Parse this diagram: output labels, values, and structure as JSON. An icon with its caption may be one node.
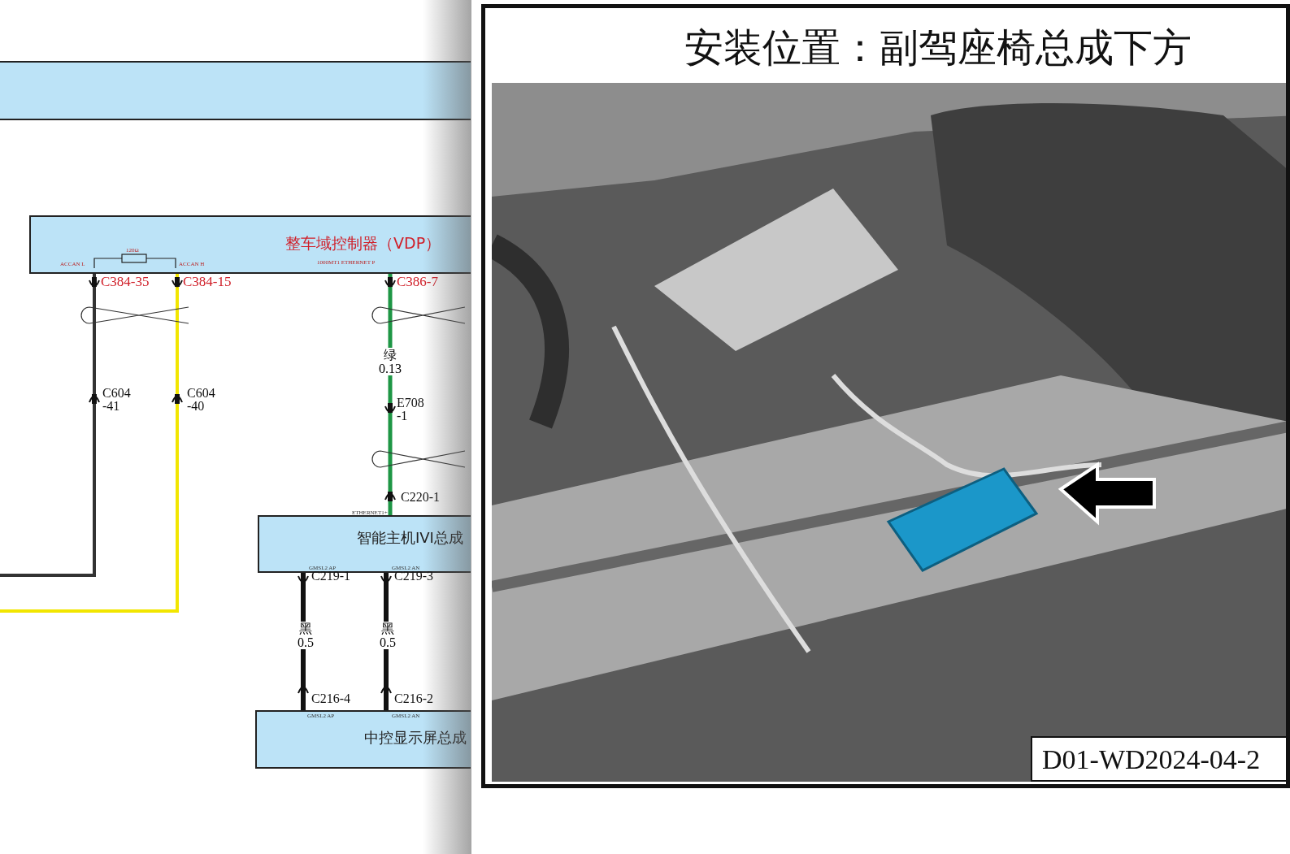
{
  "diagram": {
    "nodes": [
      {
        "text": [],
        "shape": "bar"
      },
      {
        "text": [
          "整车域控制器（VDP）"
        ]
      },
      {
        "text": [
          "智能主机IVI总成"
        ]
      },
      {
        "text": [
          "中控显示屏总成"
        ]
      },
      {
        "text": [
          "安装位置：副驾座椅总成下方"
        ]
      },
      {
        "text": [],
        "shape": "picture",
        "in": 4
      },
      {
        "text": [
          "D01-WD2024-04-2"
        ],
        "in": 5
      }
    ],
    "edges": [
      {
        "from": 1,
        "to": null,
        "arrow": "none",
        "color": "#333333"
      },
      {
        "from": 1,
        "to": null,
        "arrow": "none",
        "color": "#f2e600"
      },
      {
        "from": 1,
        "to": 2,
        "arrow": "none",
        "label": "绿 0.13",
        "color": "#1e9645"
      },
      {
        "from": 2,
        "to": 3,
        "arrow": "none",
        "label": "黑 0.5",
        "color": "#111111"
      },
      {
        "from": 2,
        "to": 3,
        "arrow": "none",
        "label": "黑 0.5",
        "color": "#111111"
      }
    ],
    "labels": [
      "120Ω",
      "ACCAN L",
      "ACCAN H",
      "1000MT1 ETHERNET P",
      "C384-35",
      "C384-15",
      "C386-7",
      "C604 -41",
      "C604 -40",
      "E708 -1",
      "C220-1",
      "ETHERNET1+",
      "GMSL2 AP",
      "GMSL2 AN",
      "C219-1",
      "C219-3",
      "C216-4",
      "C216-2",
      "GMSL2 AP",
      "GMSL2 AN"
    ]
  }
}
